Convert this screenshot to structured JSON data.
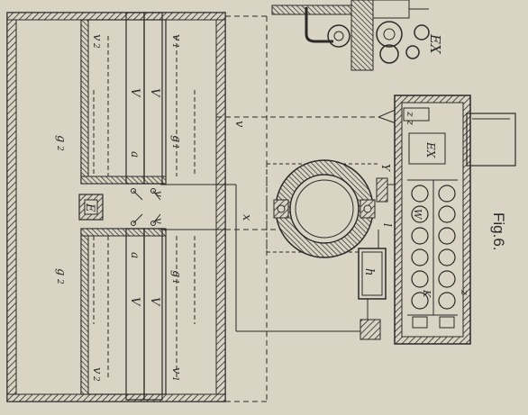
{
  "figure": {
    "caption": "Fig.6.",
    "labels": {
      "ex_top": "EX",
      "ex_box": "EX",
      "V": "V",
      "a": "a",
      "g1": "g",
      "g1_sub": "1",
      "g2": "g",
      "g2_sub": "2",
      "v1": "v",
      "v1_sub": "1",
      "v2": "v",
      "v2_sub": "2",
      "v": "v",
      "E": "E",
      "x": "x",
      "l": "l",
      "h": "h",
      "Y": "Y",
      "W": "W",
      "K": "K",
      "z": "z",
      "zz": "z z"
    },
    "colors": {
      "paper": "#d9d4c3",
      "ink": "#2a2a2a"
    }
  }
}
